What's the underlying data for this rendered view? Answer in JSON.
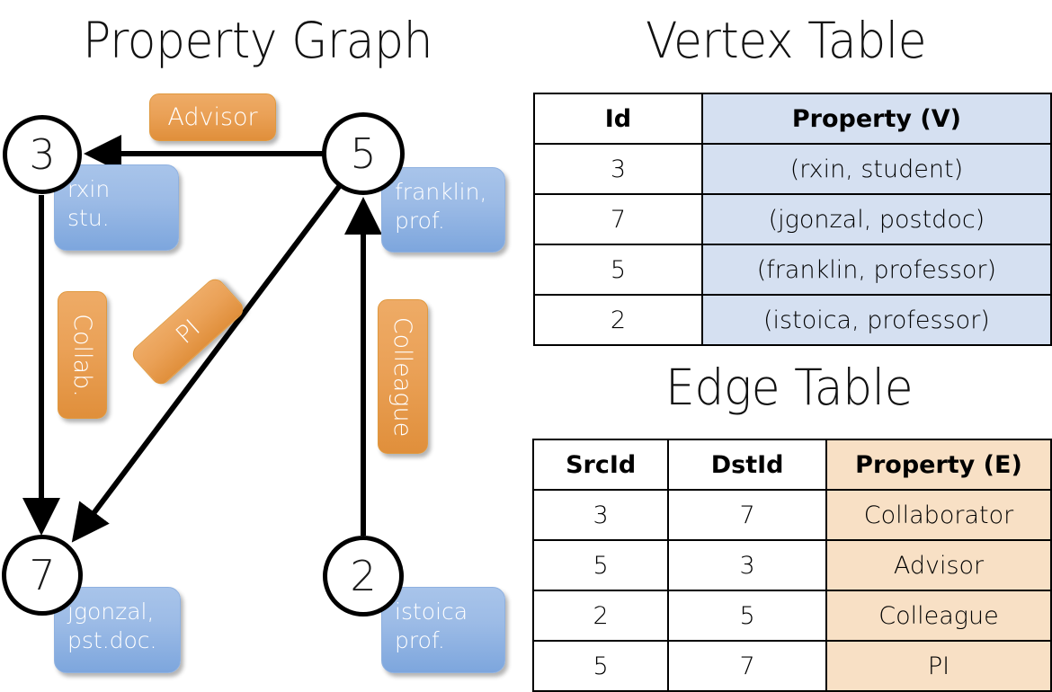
{
  "titles": {
    "property_graph": "Property Graph",
    "vertex_table": "Vertex Table",
    "edge_table": "Edge Table"
  },
  "graph": {
    "nodes": [
      {
        "id": "3",
        "property": "rxin\nstu."
      },
      {
        "id": "5",
        "property": "franklin,\nprof."
      },
      {
        "id": "7",
        "property": "jgonzal,\npst.doc."
      },
      {
        "id": "2",
        "property": "istoica\nprof."
      }
    ],
    "edge_labels": [
      {
        "label": "Advisor",
        "from": "5",
        "to": "3"
      },
      {
        "label": "Collab.",
        "from": "3",
        "to": "7"
      },
      {
        "label": "PI",
        "from": "5",
        "to": "7"
      },
      {
        "label": "Colleague",
        "from": "2",
        "to": "5"
      }
    ]
  },
  "vertex_table": {
    "headers": [
      "Id",
      "Property (V)"
    ],
    "rows": [
      {
        "id": "3",
        "property": "(rxin, student)"
      },
      {
        "id": "7",
        "property": "(jgonzal, postdoc)"
      },
      {
        "id": "5",
        "property": "(franklin, professor)"
      },
      {
        "id": "2",
        "property": "(istoica, professor)"
      }
    ]
  },
  "edge_table": {
    "headers": [
      "SrcId",
      "DstId",
      "Property (E)"
    ],
    "rows": [
      {
        "src": "3",
        "dst": "7",
        "property": "Collaborator"
      },
      {
        "src": "5",
        "dst": "3",
        "property": "Advisor"
      },
      {
        "src": "2",
        "dst": "5",
        "property": "Colleague"
      },
      {
        "src": "5",
        "dst": "7",
        "property": "PI"
      }
    ]
  },
  "colors": {
    "vertex_property_fill": "#d5e0f1",
    "edge_property_fill": "#f8e0c5",
    "node_box_blue": "#9cbbe6",
    "edge_label_orange": "#eaa157",
    "stroke": "#000000"
  }
}
